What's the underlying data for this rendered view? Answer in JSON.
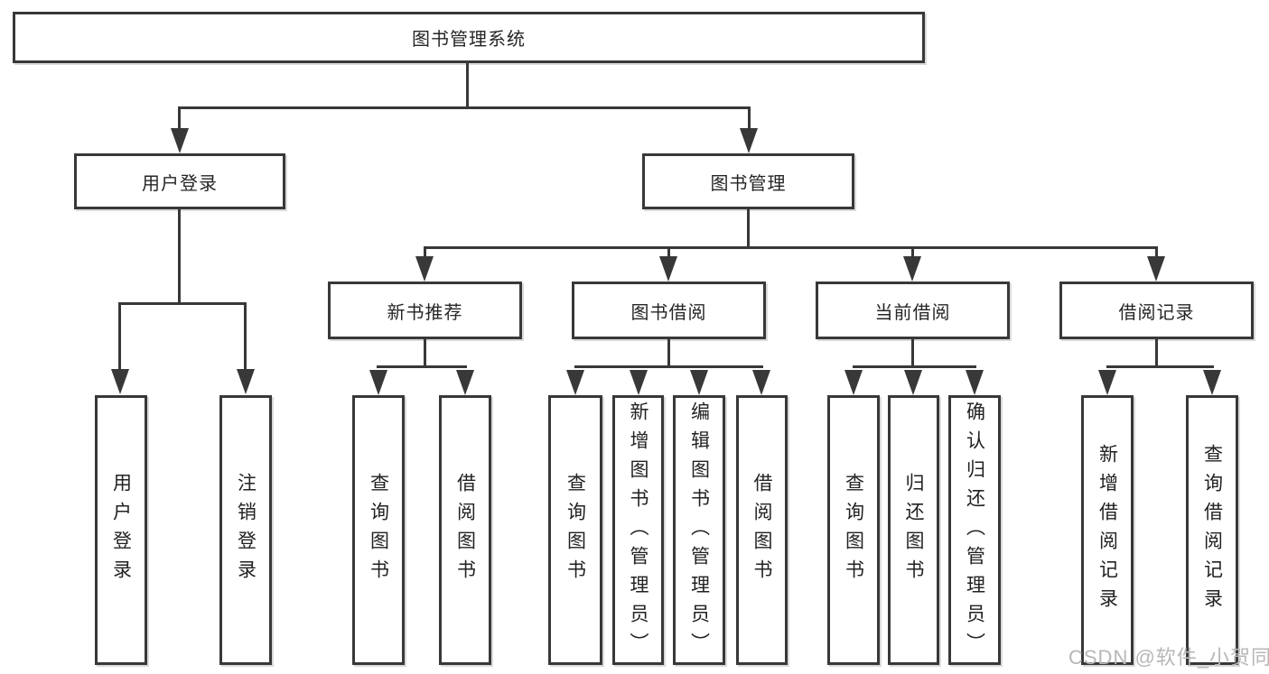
{
  "diagram": {
    "title": "图书管理系统",
    "branches": [
      {
        "label": "用户登录",
        "children": [
          "用户登录",
          "注销登录"
        ]
      },
      {
        "label": "图书管理",
        "children": [
          {
            "label": "新书推荐",
            "children": [
              "查询图书",
              "借阅图书"
            ]
          },
          {
            "label": "图书借阅",
            "children": [
              "查询图书",
              "新增图书（管理员）",
              "编辑图书（管理员）",
              "借阅图书"
            ]
          },
          {
            "label": "当前借阅",
            "children": [
              "查询图书",
              "归还图书",
              "确认归还（管理员）"
            ]
          },
          {
            "label": "借阅记录",
            "children": [
              "新增借阅记录",
              "查询借阅记录"
            ]
          }
        ]
      }
    ]
  },
  "watermark": {
    "text": "CSDN @软件_小贺同学"
  },
  "colors": {
    "line": "#383838",
    "box_border": "#383838",
    "box_fill": "#ffffff",
    "text": "#262626",
    "watermark": "#b9b6b6",
    "background": "#ffffff"
  }
}
